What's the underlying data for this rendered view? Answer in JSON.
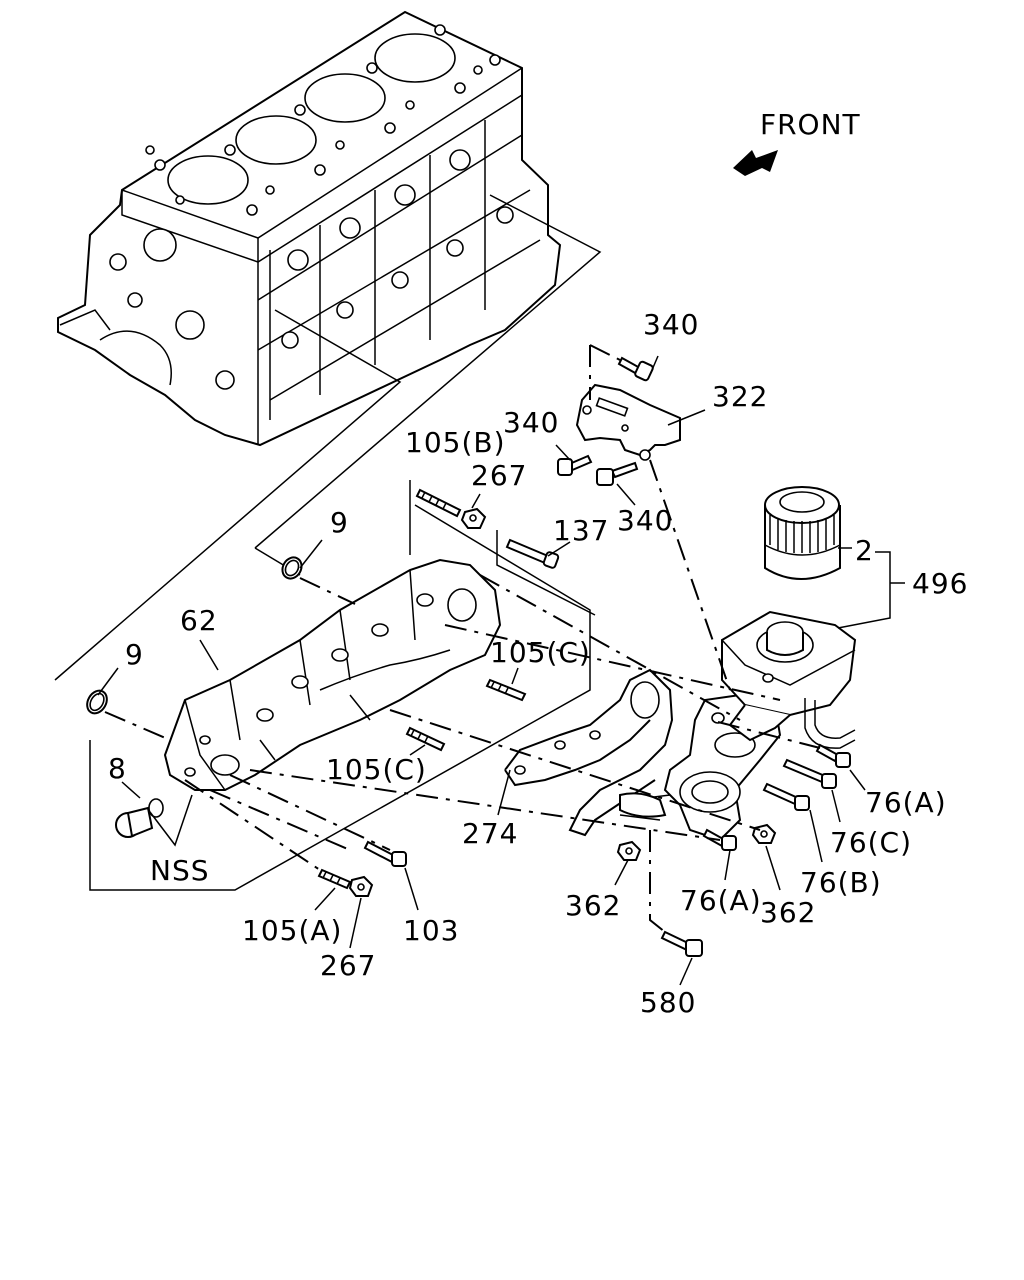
{
  "front_label": "FRONT",
  "callouts": {
    "c340_top": "340",
    "c322": "322",
    "c340_mid": "340",
    "c340_low": "340",
    "c105B": "105(B)",
    "c267_top": "267",
    "c137": "137",
    "c9_upper": "9",
    "c9_lower": "9",
    "c62": "62",
    "c2": "2",
    "c496": "496",
    "c105C_upper": "105(C)",
    "c105C_lower": "105(C)",
    "c8": "8",
    "cNSS": "NSS",
    "c274": "274",
    "c76A_right": "76(A)",
    "c76C": "76(C)",
    "c76B": "76(B)",
    "c362_left": "362",
    "c76A_low": "76(A)",
    "c362_right": "362",
    "c105A": "105(A)",
    "c103": "103",
    "c267_low": "267",
    "c580": "580"
  }
}
